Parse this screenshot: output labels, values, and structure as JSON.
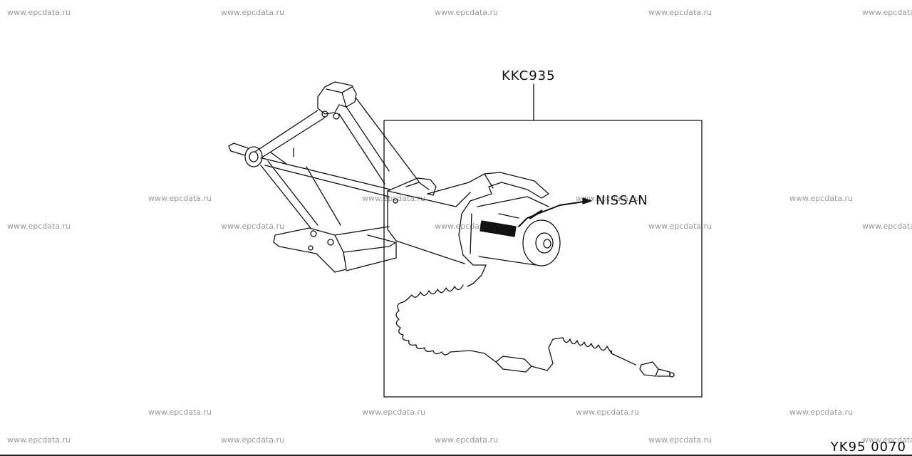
{
  "watermark": "www.epcdata.ru",
  "part_number": "KKC935",
  "brand_label": "NISSAN",
  "diagram_code": "YK95 0070"
}
